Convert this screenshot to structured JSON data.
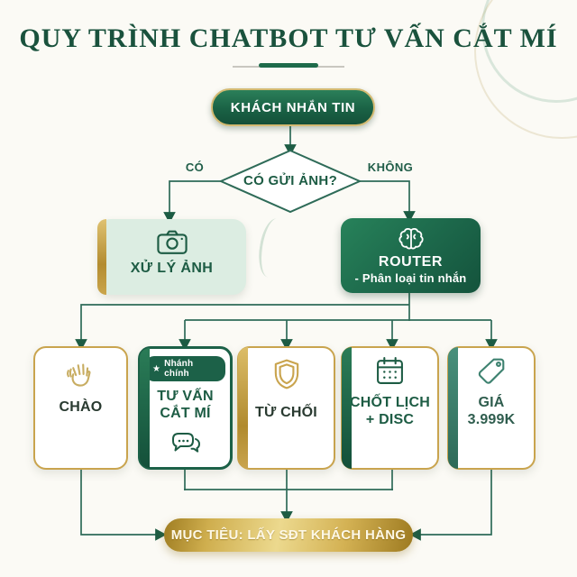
{
  "title": {
    "text": "QUY TRÌNH CHATBOT TƯ VẤN CẮT MÍ"
  },
  "colors": {
    "background": "#fbfaf5",
    "dark_green": "#1e6b4b",
    "deep_green_text": "#1d5c44",
    "connector": "#2e6b58",
    "gold": "#c9a44e",
    "gold_bright": "#ecd98e",
    "mint": "#dcede2",
    "teal": "#3e8270",
    "ink": "#293a30"
  },
  "flow": {
    "start": {
      "label": "KHÁCH NHẮN TIN"
    },
    "decision": {
      "question": "CÓ GỬI ẢNH?",
      "yes_label": "CÓ",
      "no_label": "KHÔNG"
    },
    "image_processing": {
      "label": "XỬ LÝ ẢNH",
      "icon": "camera-icon"
    },
    "router": {
      "title": "ROUTER",
      "subtitle": "- Phân loại tin nhắn",
      "icon": "brain-icon"
    },
    "intents": [
      {
        "line1": "CHÀO",
        "line2": "",
        "icon": "waving-hand-icon"
      },
      {
        "line1": "TƯ VẤN",
        "line2": "CẮT MÍ",
        "badge_star": "★",
        "badge": "Nhánh chính",
        "icon": "chat-bubbles-icon"
      },
      {
        "line1": "TỪ CHỐI",
        "line2": "",
        "icon": "shield-icon"
      },
      {
        "line1": "CHỐT LỊCH",
        "line2": "+ DISC",
        "icon": "calendar-icon"
      },
      {
        "line1": "GIÁ",
        "line2": "3.999K",
        "icon": "price-tag-icon"
      }
    ],
    "goal": {
      "label": "MỤC TIÊU: LẤY SĐT KHÁCH HÀNG"
    }
  }
}
